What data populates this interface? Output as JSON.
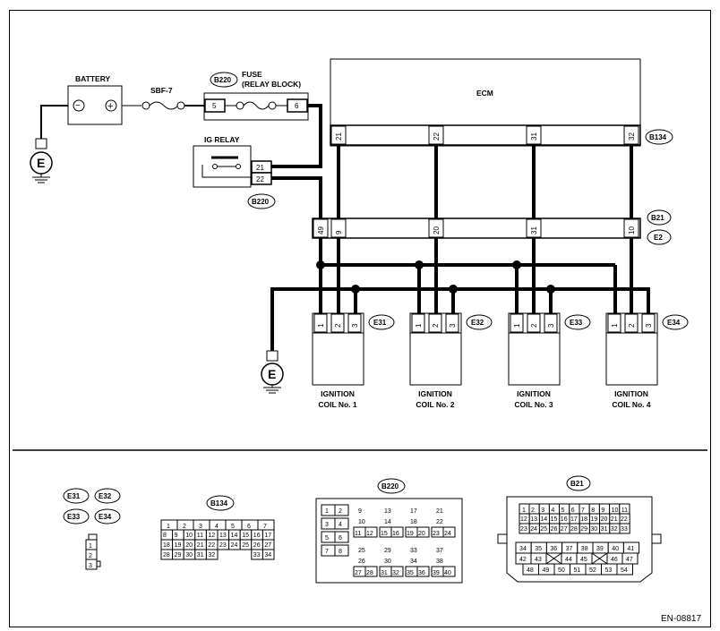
{
  "labels": {
    "battery": "BATTERY",
    "sbf": "SBF-7",
    "fuse_line1": "FUSE",
    "fuse_line2": "(RELAY BLOCK)",
    "ig_relay": "IG RELAY",
    "ecm": "ECM",
    "coil1_line1": "IGNITION",
    "coil1_line2": "COIL No. 1",
    "coil2_line1": "IGNITION",
    "coil2_line2": "COIL No. 2",
    "coil3_line1": "IGNITION",
    "coil3_line2": "COIL No. 3",
    "coil4_line1": "IGNITION",
    "coil4_line2": "COIL No. 4",
    "ground_e": "E",
    "minus": "−",
    "plus": "+",
    "doc_id": "EN-08817"
  },
  "connectors": {
    "b220_top": "B220",
    "b220_bottom": "B220",
    "b134": "B134",
    "b21": "B21",
    "e2": "E2",
    "e31": "E31",
    "e32": "E32",
    "e33": "E33",
    "e34": "E34"
  },
  "pins": {
    "fuse_left": "5",
    "fuse_right": "6",
    "relay_21": "21",
    "relay_22": "22",
    "ecm": [
      "21",
      "22",
      "31",
      "32"
    ],
    "b21": [
      "49",
      "9",
      "20",
      "31",
      "10"
    ],
    "coil": [
      "1",
      "2",
      "3"
    ]
  },
  "legend": {
    "ecoil_tags": [
      "E31",
      "E32",
      "E33",
      "E34"
    ],
    "ecoil_pins": [
      "1",
      "2",
      "3"
    ],
    "b134_title": "B134",
    "b134_rows": [
      [
        "1",
        "2",
        "3",
        "4",
        "5",
        "6",
        "7"
      ],
      [
        "8",
        "9",
        "10",
        "11",
        "12",
        "13",
        "14",
        "15",
        "16",
        "17"
      ],
      [
        "18",
        "19",
        "20",
        "21",
        "22",
        "23",
        "24",
        "25",
        "26",
        "27"
      ],
      [
        "28",
        "29",
        "30",
        "31",
        "32",
        "33",
        "34"
      ]
    ],
    "b220_title": "B220",
    "b220_cells": [
      "1",
      "2",
      "3",
      "4",
      "5",
      "6",
      "7",
      "8",
      "9",
      "10",
      "11",
      "12",
      "13",
      "14",
      "15",
      "16",
      "17",
      "18",
      "19",
      "20",
      "21",
      "22",
      "23",
      "24",
      "25",
      "26",
      "27",
      "28",
      "29",
      "30",
      "31",
      "32",
      "33",
      "34",
      "35",
      "36",
      "37",
      "38",
      "39",
      "40"
    ],
    "b21_title": "B21",
    "b21_rows": [
      [
        "2",
        "3",
        "4",
        "5",
        "6",
        "7",
        "8",
        "9",
        "10",
        "11"
      ],
      [
        "12",
        "13",
        "14",
        "15",
        "16",
        "17",
        "18",
        "19",
        "20",
        "21",
        "22"
      ],
      [
        "23",
        "24",
        "25",
        "26",
        "27",
        "28",
        "29",
        "30",
        "31",
        "32",
        "33"
      ],
      [
        "34",
        "35",
        "36",
        "37",
        "38",
        "39",
        "40",
        "41"
      ],
      [
        "42",
        "43",
        "44",
        "45",
        "46",
        "47"
      ],
      [
        "48",
        "49",
        "50",
        "51",
        "52",
        "53",
        "54"
      ]
    ],
    "b21_first": "1"
  }
}
